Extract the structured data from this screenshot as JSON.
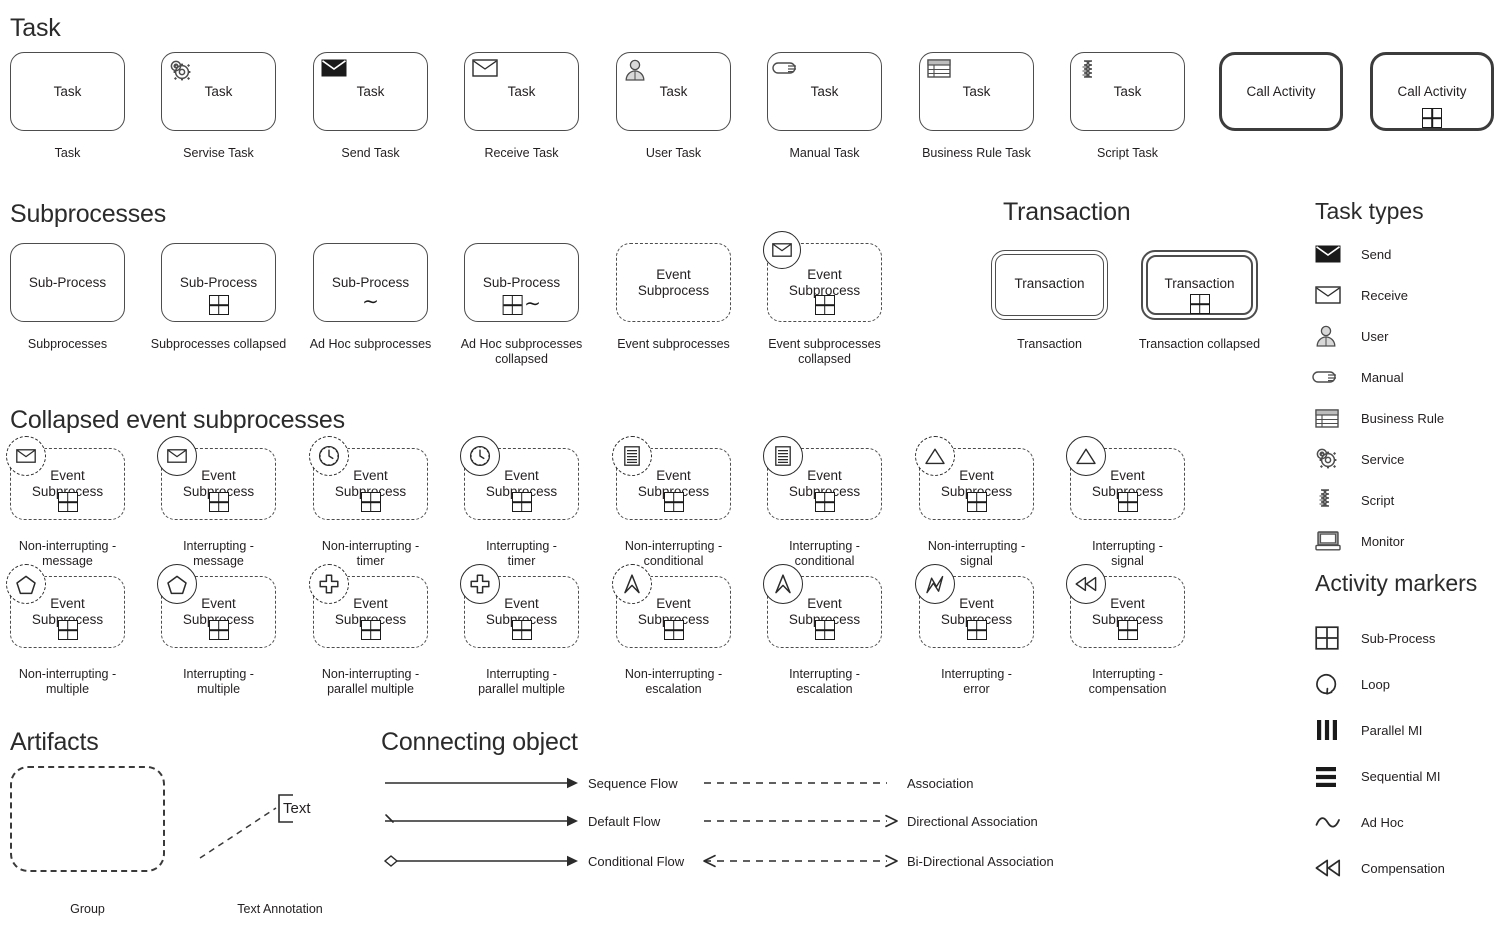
{
  "sections": {
    "task": "Task",
    "subprocesses": "Subprocesses",
    "transaction": "Transaction",
    "collapsed_event_subprocesses": "Collapsed event subprocesses",
    "artifacts": "Artifacts",
    "connecting_object": "Connecting object",
    "task_types": "Task types",
    "activity_markers": "Activity markers"
  },
  "task_row": [
    {
      "label": "Task",
      "caption": "Task",
      "icon": "none"
    },
    {
      "label": "Task",
      "caption": "Servise Task",
      "icon": "service-icon"
    },
    {
      "label": "Task",
      "caption": "Send Task",
      "icon": "send-icon"
    },
    {
      "label": "Task",
      "caption": "Receive Task",
      "icon": "receive-icon"
    },
    {
      "label": "Task",
      "caption": "User Task",
      "icon": "user-icon"
    },
    {
      "label": "Task",
      "caption": "Manual Task",
      "icon": "manual-icon"
    },
    {
      "label": "Task",
      "caption": "Business Rule Task",
      "icon": "business-rule-icon"
    },
    {
      "label": "Task",
      "caption": "Script Task",
      "icon": "script-icon"
    },
    {
      "label": "Call Activity",
      "caption": "",
      "icon": "none"
    },
    {
      "label": "Call Activity",
      "caption": "",
      "icon": "none"
    }
  ],
  "subprocess_row": [
    {
      "label": "Sub-Process",
      "caption": "Subprocesses"
    },
    {
      "label": "Sub-Process",
      "caption": "Subprocesses collapsed"
    },
    {
      "label": "Sub-Process",
      "caption": "Ad Hoc subprocesses"
    },
    {
      "label": "Sub-Process",
      "caption": "Ad Hoc subprocesses collapsed"
    },
    {
      "label": "Event Subprocess",
      "caption": "Event subprocesses"
    },
    {
      "label": "Event Subprocess",
      "caption": "Event subprocesses collapsed"
    }
  ],
  "transaction_row": [
    {
      "label": "Transaction",
      "caption": "Transaction"
    },
    {
      "label": "Transaction",
      "caption": "Transaction collapsed"
    }
  ],
  "event_subprocess_label": "Event Subprocess",
  "event_subprocess_rows": [
    [
      {
        "caption": "Non-interrupting - message",
        "event": "message-icon",
        "interrupting": false
      },
      {
        "caption": "Interrupting - message",
        "event": "message-icon",
        "interrupting": true
      },
      {
        "caption": "Non-interrupting - timer",
        "event": "timer-icon",
        "interrupting": false
      },
      {
        "caption": "Interrupting - timer",
        "event": "timer-icon",
        "interrupting": true
      },
      {
        "caption": "Non-interrupting - conditional",
        "event": "conditional-icon",
        "interrupting": false
      },
      {
        "caption": "Interrupting - conditional",
        "event": "conditional-icon",
        "interrupting": true
      },
      {
        "caption": "Non-interrupting - signal",
        "event": "signal-icon",
        "interrupting": false
      },
      {
        "caption": "Interrupting - signal",
        "event": "signal-icon",
        "interrupting": true
      }
    ],
    [
      {
        "caption": "Non-interrupting - multiple",
        "event": "multiple-icon",
        "interrupting": false
      },
      {
        "caption": "Interrupting - multiple",
        "event": "multiple-icon",
        "interrupting": true
      },
      {
        "caption": "Non-interrupting - parallel multiple",
        "event": "parallel-multiple-icon",
        "interrupting": false
      },
      {
        "caption": "Interrupting - parallel multiple",
        "event": "parallel-multiple-icon",
        "interrupting": true
      },
      {
        "caption": "Non-interrupting - escalation",
        "event": "escalation-icon",
        "interrupting": false
      },
      {
        "caption": "Interrupting - escalation",
        "event": "escalation-icon",
        "interrupting": true
      },
      {
        "caption": "Interrupting - error",
        "event": "error-icon",
        "interrupting": true
      },
      {
        "caption": "Interrupting - compensation",
        "event": "compensation-icon",
        "interrupting": true
      }
    ]
  ],
  "artifacts": [
    {
      "caption": "Group"
    },
    {
      "caption": "Text Annotation",
      "text": "Text"
    }
  ],
  "connecting_objects": {
    "left": [
      {
        "label": "Sequence Flow",
        "style": "solid",
        "start": "none",
        "end": "filled-arrow"
      },
      {
        "label": "Default Flow",
        "style": "solid",
        "start": "slash",
        "end": "filled-arrow"
      },
      {
        "label": "Conditional Flow",
        "style": "solid",
        "start": "diamond",
        "end": "filled-arrow"
      }
    ],
    "right": [
      {
        "label": "Association",
        "style": "dashed",
        "start": "none",
        "end": "none"
      },
      {
        "label": "Directional Association",
        "style": "dashed",
        "start": "none",
        "end": "open-arrow"
      },
      {
        "label": "Bi-Directional Association",
        "style": "dashed",
        "start": "open-arrow",
        "end": "open-arrow"
      }
    ]
  },
  "task_types": [
    {
      "label": "Send",
      "icon": "send-icon"
    },
    {
      "label": "Receive",
      "icon": "receive-icon"
    },
    {
      "label": "User",
      "icon": "user-icon"
    },
    {
      "label": "Manual",
      "icon": "manual-icon"
    },
    {
      "label": "Business Rule",
      "icon": "business-rule-icon"
    },
    {
      "label": "Service",
      "icon": "service-icon"
    },
    {
      "label": "Script",
      "icon": "script-icon"
    },
    {
      "label": "Monitor",
      "icon": "monitor-icon"
    }
  ],
  "activity_markers": [
    {
      "label": "Sub-Process",
      "icon": "sub-process-marker-icon"
    },
    {
      "label": "Loop",
      "icon": "loop-marker-icon"
    },
    {
      "label": "Parallel MI",
      "icon": "parallel-mi-marker-icon"
    },
    {
      "label": "Sequential MI",
      "icon": "sequential-mi-marker-icon"
    },
    {
      "label": "Ad Hoc",
      "icon": "ad-hoc-marker-icon"
    },
    {
      "label": "Compensation",
      "icon": "compensation-marker-icon"
    }
  ],
  "colors": {
    "stroke": "#4d4d4d",
    "text": "#231f20",
    "heading": "#2b2b2b",
    "fill": "#ffffff"
  }
}
